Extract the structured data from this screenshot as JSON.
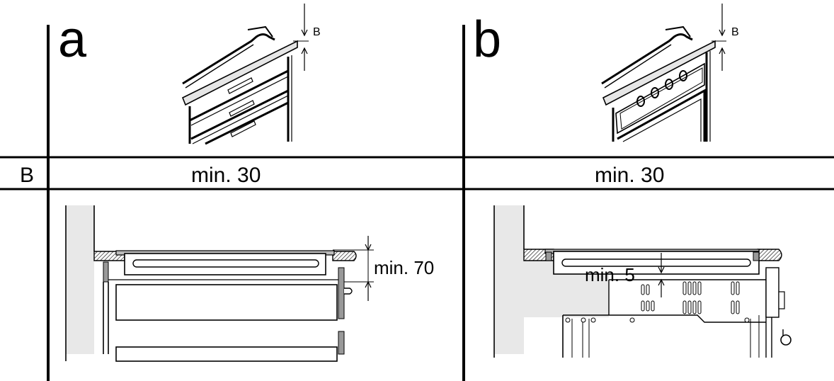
{
  "panel_a": {
    "letter": "a",
    "b_label": "B",
    "dimension": "min. 70"
  },
  "panel_b": {
    "letter": "b",
    "b_label": "B",
    "dimension": "min. 5"
  },
  "table": {
    "row_label": "B",
    "value_a": "min. 30",
    "value_b": "min. 30"
  }
}
